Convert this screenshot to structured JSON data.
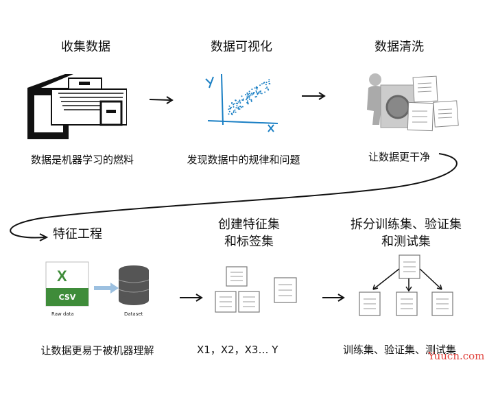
{
  "steps": [
    {
      "title": "收集数据",
      "caption": "数据是机器学习的燃料"
    },
    {
      "title": "数据可视化",
      "caption": "发现数据中的规律和问题"
    },
    {
      "title": "数据清洗",
      "caption": "让数据更干净"
    },
    {
      "title": "特征工程",
      "caption": "让数据更易于被机器理解"
    },
    {
      "title_line1": "创建特征集",
      "title_line2": "和标签集",
      "caption": "X1，X2，X3…   Y"
    },
    {
      "title_line1": "拆分训练集、验证集",
      "title_line2": "和测试集",
      "caption": "训练集、验证集、测试集"
    }
  ],
  "illustrations": {
    "scatter_x_label": "x",
    "scatter_y_label": "y",
    "csv_badge": "CSV",
    "csv_caption": "Raw data",
    "dataset_caption": "Dataset"
  },
  "watermark": "Yuucn.com"
}
